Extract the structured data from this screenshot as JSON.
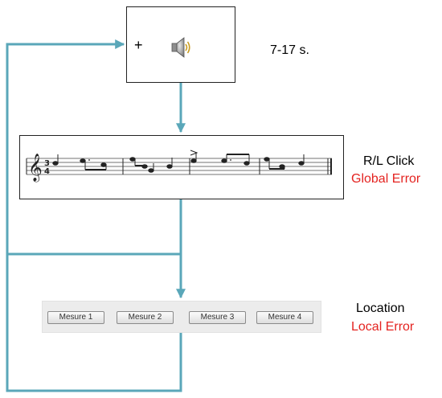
{
  "stimulus": {
    "fixation": "+",
    "icon": "speaker-icon"
  },
  "labels": {
    "timing": "7-17 s.",
    "click": "R/L Click",
    "global_error": "Global Error",
    "location": "Location",
    "local_error": "Local Error"
  },
  "buttons": [
    "Mesure 1",
    "Mesure 2",
    "Mesure 3",
    "Mesure 4"
  ],
  "colors": {
    "arrow": "#5aa7b9",
    "error": "#e42320"
  }
}
